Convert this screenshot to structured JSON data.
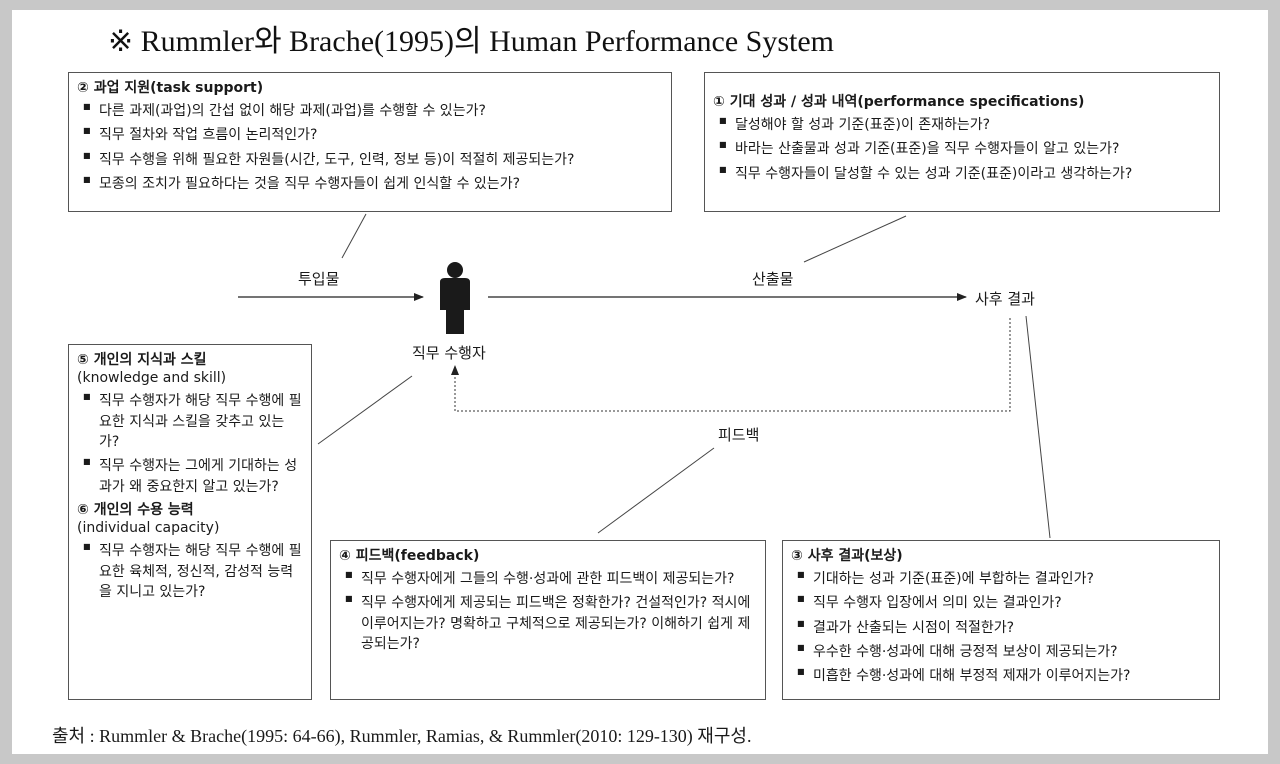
{
  "title": "※ Rummler와 Brache(1995)의 Human Performance System",
  "labels": {
    "input": "투입물",
    "output": "산출물",
    "consequence": "사후 결과",
    "performer": "직무 수행자",
    "feedback": "피드백"
  },
  "box2": {
    "heading": "② 과업 지원(task support)",
    "items": [
      "다른 과제(과업)의 간섭 없이 해당 과제(과업)를 수행할 수 있는가?",
      "직무 절차와 작업 흐름이 논리적인가?",
      "직무 수행을 위해 필요한 자원들(시간, 도구, 인력, 정보 등)이 적절히 제공되는가?",
      "모종의 조치가 필요하다는 것을 직무 수행자들이 쉽게 인식할 수 있는가?"
    ]
  },
  "box1": {
    "heading": "① 기대 성과 / 성과 내역(performance specifications)",
    "items": [
      "달성해야 할 성과 기준(표준)이 존재하는가?",
      "바라는 산출물과 성과 기준(표준)을 직무 수행자들이 알고 있는가?",
      "직무 수행자들이 달성할 수 있는 성과 기준(표준)이라고 생각하는가?"
    ]
  },
  "box5": {
    "heading": "⑤ 개인의 지식과 스킬",
    "sub": "(knowledge and skill)",
    "items": [
      "직무 수행자가 해당 직무 수행에 필요한 지식과 스킬을 갖추고 있는가?",
      "직무 수행자는 그에게 기대하는 성과가 왜 중요한지 알고 있는가?"
    ]
  },
  "box6": {
    "heading": "⑥ 개인의 수용 능력",
    "sub": "(individual capacity)",
    "items": [
      "직무 수행자는 해당 직무 수행에 필요한 육체적, 정신적, 감성적 능력을 지니고 있는가?"
    ]
  },
  "box4": {
    "heading": "④ 피드백(feedback)",
    "items": [
      "직무 수행자에게 그들의 수행·성과에 관한 피드백이 제공되는가?",
      "직무 수행자에게 제공되는 피드백은 정확한가? 건설적인가? 적시에 이루어지는가? 명확하고 구체적으로 제공되는가? 이해하기 쉽게 제공되는가?"
    ]
  },
  "box3": {
    "heading": "③ 사후 결과(보상)",
    "items": [
      "기대하는 성과 기준(표준)에 부합하는 결과인가?",
      "직무 수행자 입장에서 의미 있는 결과인가?",
      "결과가 산출되는 시점이 적절한가?",
      "우수한 수행·성과에 대해 긍정적 보상이 제공되는가?",
      "미흡한 수행·성과에 대해 부정적 제재가 이루어지는가?"
    ]
  },
  "source": "출처 : Rummler & Brache(1995: 64-66), Rummler, Ramias, & Rummler(2010: 129-130) 재구성."
}
